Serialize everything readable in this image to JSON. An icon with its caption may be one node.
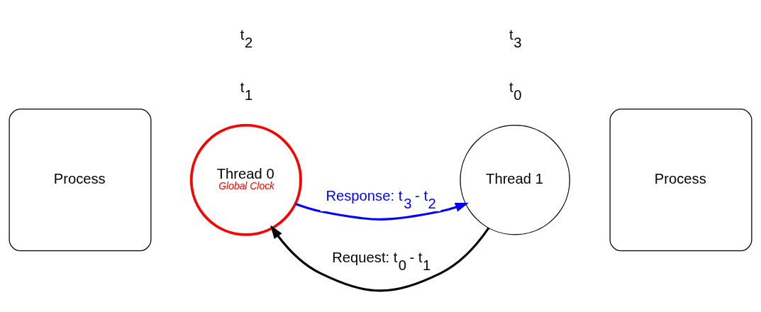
{
  "diagram": {
    "nodes": [
      {
        "text": [
          "Process"
        ]
      },
      {
        "text": [
          "Thread 0",
          "Global Clock"
        ]
      },
      {
        "text": [
          "Thread 1"
        ]
      },
      {
        "text": [
          "Process"
        ]
      }
    ],
    "edges": [
      {
        "from": 2,
        "to": 1,
        "arrow": "to",
        "label": "Request: t$_{0}$ - t$_{1}$"
      },
      {
        "from": 1,
        "to": 2,
        "arrow": "to",
        "label": "Response: t$_{3}$ - t$_{2}$",
        "color": "#0000ff"
      }
    ],
    "labels": [
      "t$_{1}$",
      "t$_{0}$",
      "t$_{2}$",
      "t$_{3}$"
    ]
  }
}
